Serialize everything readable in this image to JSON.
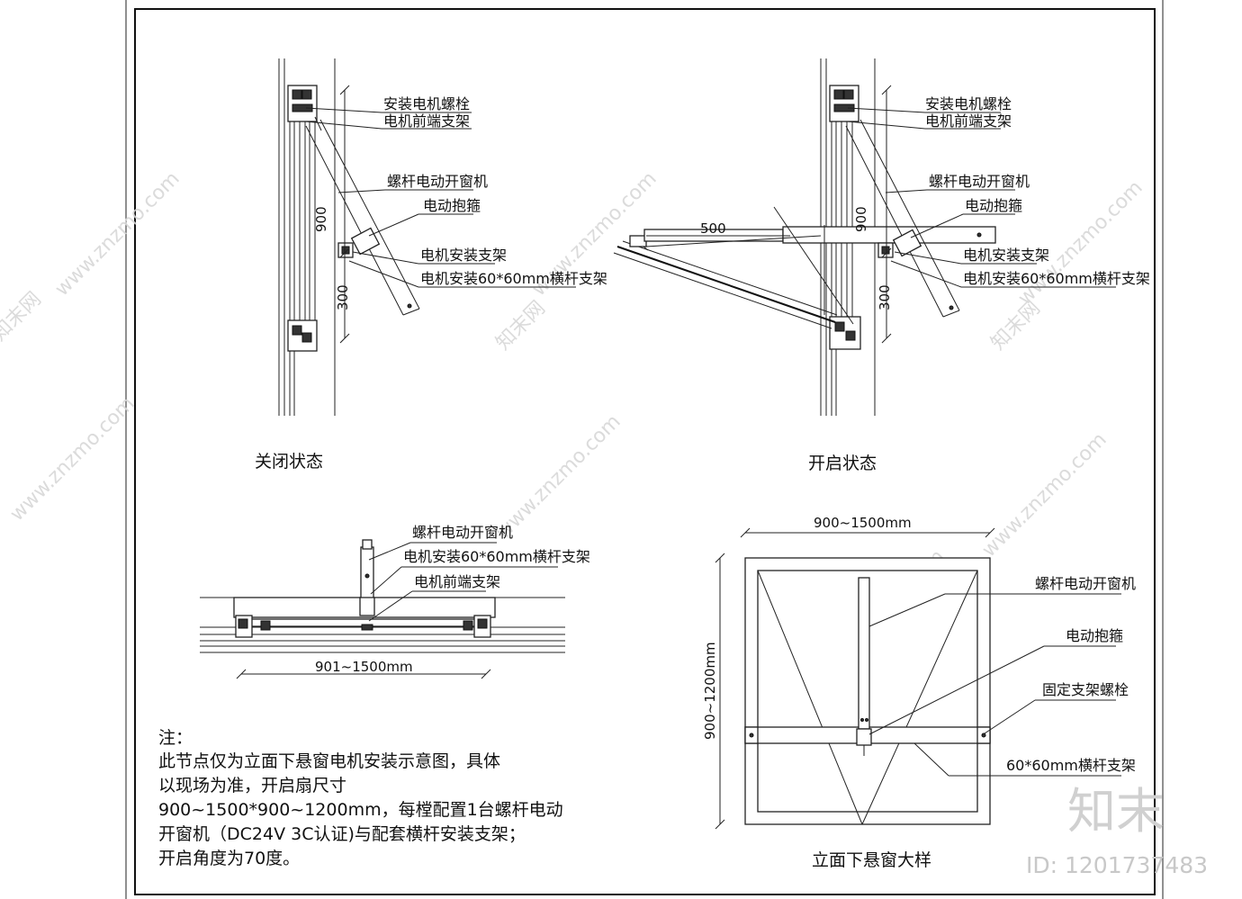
{
  "closed_view": {
    "caption": "关闭状态",
    "labels": [
      "安装电机螺栓",
      "电机前端支架",
      "螺杆电动开窗机",
      "电动抱箍",
      "电机安装支架",
      "电机安装60*60mm横杆支架"
    ],
    "dims": [
      "900",
      "300"
    ]
  },
  "open_view": {
    "caption": "开启状态",
    "labels": [
      "安装电机螺栓",
      "电机前端支架",
      "螺杆电动开窗机",
      "电动抱箍",
      "电机安装支架",
      "电机安装60*60mm横杆支架"
    ],
    "dims": [
      "500",
      "900",
      "300"
    ]
  },
  "plan_view": {
    "labels": [
      "螺杆电动开窗机",
      "电机安装60*60mm横杆支架",
      "电机前端支架"
    ],
    "dim": "901~1500mm"
  },
  "elevation_view": {
    "caption": "立面下悬窗大样",
    "width_dim": "900~1500mm",
    "height_dim": "900~1200mm",
    "labels": [
      "螺杆电动开窗机",
      "电动抱箍",
      "固定支架螺栓",
      "60*60mm横杆支架"
    ]
  },
  "notes": {
    "title": "注：",
    "lines": [
      "此节点仅为立面下悬窗电机安装示意图，具体",
      "以现场为准，开启扇尺寸",
      "900~1500*900~1200mm，每樘配置1台螺杆电动",
      "开窗机（DC24V 3C认证)与配套横杆安装支架；",
      "开启角度为70度。"
    ]
  },
  "watermark": {
    "logo": "知末",
    "id_text": "ID: 1201737483",
    "site": "www.znzmo.com",
    "brand": "知末网"
  }
}
